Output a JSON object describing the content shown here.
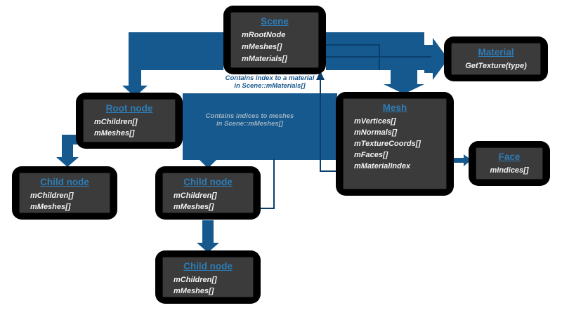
{
  "colors": {
    "arrow_blue": "#16598e",
    "connector_line": "#0a3f6d",
    "title_blue": "#2d7db9",
    "note_blue": "#15568c",
    "note_gray": "#9db0bf",
    "box_bg": "#000000",
    "panel_bg": "#3b3b3b",
    "member_text": "#f2f2f2"
  },
  "boxes": {
    "scene": {
      "title": "Scene",
      "members": [
        "mRootNode",
        "mMeshes[]",
        "mMaterials[]"
      ]
    },
    "material": {
      "title": "Material",
      "members": [
        "GetTexture(type)"
      ]
    },
    "root_node": {
      "title": "Root node",
      "members": [
        "mChildren[]",
        "mMeshes[]"
      ]
    },
    "mesh": {
      "title": "Mesh",
      "members": [
        "mVertices[]",
        "mNormals[]",
        "mTextureCoords[]",
        "mFaces[]",
        "mMaterialIndex"
      ]
    },
    "face": {
      "title": "Face",
      "members": [
        "mIndices[]"
      ]
    },
    "child_node_left": {
      "title": "Child node",
      "members": [
        "mChildren[]",
        "mMeshes[]"
      ]
    },
    "child_node_center": {
      "title": "Child node",
      "members": [
        "mChildren[]",
        "mMeshes[]"
      ]
    },
    "child_node_bottom": {
      "title": "Child node",
      "members": [
        "mChildren[]",
        "mMeshes[]"
      ]
    }
  },
  "notes": {
    "material_index_l1": "Contains index to a material",
    "material_index_l2": "in Scene::mMaterials[]",
    "mesh_indices_l1": "Contains indices to meshes",
    "mesh_indices_l2": "in Scene::mMeshes[]"
  }
}
